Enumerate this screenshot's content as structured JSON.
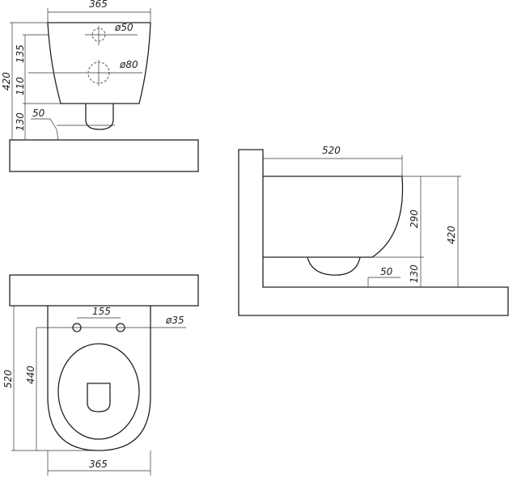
{
  "front_view": {
    "width": "365",
    "outlet_top_diameter": "ø50",
    "outlet_bottom_diameter": "ø80",
    "total_height": "420",
    "dim_135": "135",
    "dim_110": "110",
    "dim_130": "130",
    "dim_50": "50"
  },
  "side_view": {
    "depth": "520",
    "bowl_height": "290",
    "total_height": "420",
    "floor_gap": "130",
    "dim_50": "50"
  },
  "top_view": {
    "hole_spacing": "155",
    "hole_diameter": "ø35",
    "depth": "520",
    "hole_to_front": "440",
    "width": "365"
  }
}
